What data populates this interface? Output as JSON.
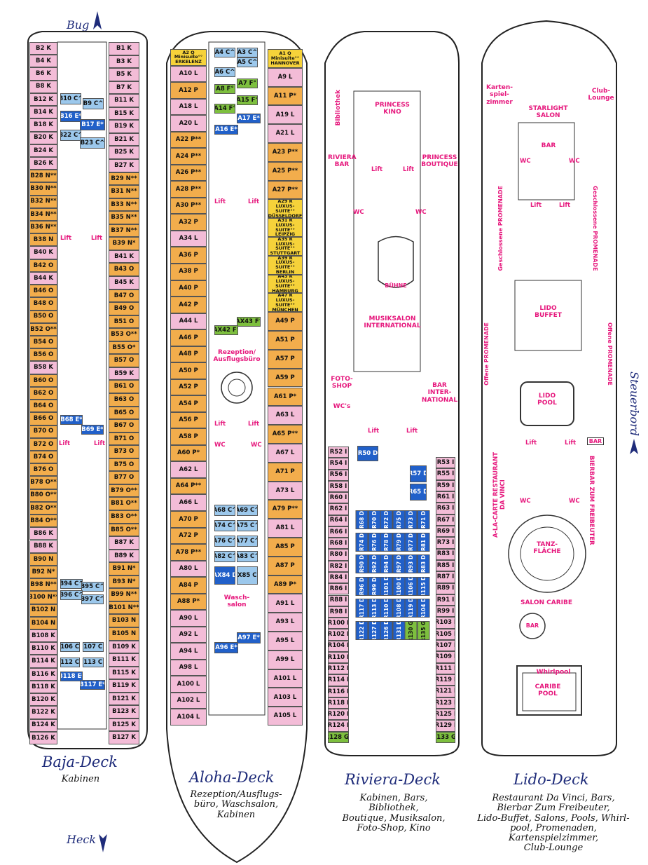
{
  "directions": {
    "bow": "Bug",
    "stern": "Heck",
    "starboard": "Steuerbord"
  },
  "decks": [
    {
      "name": "Baja-Deck",
      "subtitle": "Kabinen"
    },
    {
      "name": "Aloha-Deck",
      "subtitle": "Rezeption/Ausflugs-\nbüro, Waschsalon,\nKabinen"
    },
    {
      "name": "Riviera-Deck",
      "subtitle": "Kabinen, Bars,\nBibliothek,\nBoutique, Musiksalon,\nFoto-Shop, Kino"
    },
    {
      "name": "Lido-Deck",
      "subtitle": "Restaurant Da Vinci, Bars,\nBierbar Zum Freibeuter,\nLido-Buffet, Salons, Pools, Whirl-\npool, Promenaden,\nKartenspielzimmer,\nClub-Lounge"
    }
  ],
  "colors": {
    "pink": "#f3bcd7",
    "orange": "#f2ad4c",
    "yellow": "#f6d23a",
    "green": "#7dbf3e",
    "light_blue": "#9cc8ec",
    "dark_blue": "#2160c9",
    "label_magenta": "#e6187d",
    "title_navy": "#1f2c7a"
  },
  "lift": "Lift",
  "wc": "WC",
  "baja": {
    "left": [
      [
        "B2 K",
        "pink"
      ],
      [
        "B4 K",
        "pink"
      ],
      [
        "B6 K",
        "pink"
      ],
      [
        "B8 K",
        "pink"
      ],
      [
        "B12 K",
        "pink"
      ],
      [
        "B14 K",
        "pink"
      ],
      [
        "B18 K",
        "pink"
      ],
      [
        "B20 K",
        "pink"
      ],
      [
        "B24 K",
        "pink"
      ],
      [
        "B26 K",
        "pink"
      ],
      [
        "B28 N**",
        "orange"
      ],
      [
        "B30 N**",
        "orange"
      ],
      [
        "B32 N**",
        "orange"
      ],
      [
        "B34 N**",
        "orange"
      ],
      [
        "B36 N**",
        "orange"
      ],
      [
        "B38 N",
        "orange"
      ],
      [
        "B40 K",
        "pink"
      ],
      [
        "B42 O",
        "orange"
      ],
      [
        "B44 K",
        "pink"
      ],
      [
        "B46 O",
        "orange"
      ],
      [
        "B48 O",
        "orange"
      ],
      [
        "B50 O",
        "orange"
      ],
      [
        "B52 O**",
        "orange"
      ],
      [
        "B54 O",
        "orange"
      ],
      [
        "B56 O",
        "orange"
      ],
      [
        "B58 K",
        "pink"
      ],
      [
        "B60 O",
        "orange"
      ],
      [
        "B62 O",
        "orange"
      ],
      [
        "B64 O",
        "orange"
      ],
      [
        "B66 O",
        "orange"
      ],
      [
        "B70 O",
        "orange"
      ],
      [
        "B72 O",
        "orange"
      ],
      [
        "B74 O",
        "orange"
      ],
      [
        "B76 O",
        "orange"
      ],
      [
        "B78 O**",
        "orange"
      ],
      [
        "B80 O**",
        "orange"
      ],
      [
        "B82 O**",
        "orange"
      ],
      [
        "B84 O**",
        "orange"
      ],
      [
        "B86 K",
        "pink"
      ],
      [
        "B88 K",
        "pink"
      ],
      [
        "B90 N",
        "orange"
      ],
      [
        "B92 N*",
        "orange"
      ],
      [
        "B98 N**",
        "orange"
      ],
      [
        "B100 N**",
        "orange"
      ],
      [
        "B102 N",
        "orange"
      ],
      [
        "B104 N",
        "orange"
      ],
      [
        "B108 K",
        "pink"
      ],
      [
        "B110 K",
        "pink"
      ],
      [
        "B114 K",
        "pink"
      ],
      [
        "B116 K",
        "pink"
      ],
      [
        "B118 K",
        "pink"
      ],
      [
        "B120 K",
        "pink"
      ],
      [
        "B122 K",
        "pink"
      ],
      [
        "B124 K",
        "pink"
      ],
      [
        "B126 K",
        "pink"
      ]
    ],
    "right": [
      [
        "B1 K",
        "pink"
      ],
      [
        "B3 K",
        "pink"
      ],
      [
        "B5 K",
        "pink"
      ],
      [
        "B7 K",
        "pink"
      ],
      [
        "B11 K",
        "pink"
      ],
      [
        "B15 K",
        "pink"
      ],
      [
        "B19 K",
        "pink"
      ],
      [
        "B21 K",
        "pink"
      ],
      [
        "B25 K",
        "pink"
      ],
      [
        "B27 K",
        "pink"
      ],
      [
        "B29 N**",
        "orange"
      ],
      [
        "B31 N**",
        "orange"
      ],
      [
        "B33 N**",
        "orange"
      ],
      [
        "B35 N**",
        "orange"
      ],
      [
        "B37 N**",
        "orange"
      ],
      [
        "B39 N*",
        "orange"
      ],
      [
        "B41 K",
        "pink"
      ],
      [
        "B43 O",
        "orange"
      ],
      [
        "B45 K",
        "pink"
      ],
      [
        "B47 O",
        "orange"
      ],
      [
        "B49 O",
        "orange"
      ],
      [
        "B51 O",
        "orange"
      ],
      [
        "B53 O**",
        "orange"
      ],
      [
        "B55 O*",
        "orange"
      ],
      [
        "B57 O",
        "orange"
      ],
      [
        "B59 K",
        "pink"
      ],
      [
        "B61 O",
        "orange"
      ],
      [
        "B63 O",
        "orange"
      ],
      [
        "B65 O",
        "orange"
      ],
      [
        "B67 O",
        "orange"
      ],
      [
        "B71 O",
        "orange"
      ],
      [
        "B73 O",
        "orange"
      ],
      [
        "B75 O",
        "orange"
      ],
      [
        "B77 O",
        "orange"
      ],
      [
        "B79 O**",
        "orange"
      ],
      [
        "B81 O**",
        "orange"
      ],
      [
        "B83 O**",
        "orange"
      ],
      [
        "B85 O**",
        "orange"
      ],
      [
        "B87 K",
        "pink"
      ],
      [
        "B89 K",
        "pink"
      ],
      [
        "B91 N*",
        "orange"
      ],
      [
        "B93 N*",
        "orange"
      ],
      [
        "B99 N**",
        "orange"
      ],
      [
        "B101 N**",
        "orange"
      ],
      [
        "B103 N",
        "orange"
      ],
      [
        "B105 N",
        "orange"
      ],
      [
        "B109 K",
        "pink"
      ],
      [
        "B111 K",
        "pink"
      ],
      [
        "B115 K",
        "pink"
      ],
      [
        "B119 K",
        "pink"
      ],
      [
        "B121 K",
        "pink"
      ],
      [
        "B123 K",
        "pink"
      ],
      [
        "B125 K",
        "pink"
      ],
      [
        "B127 K",
        "pink"
      ]
    ],
    "inner": [
      [
        "B10 C^",
        "lblue"
      ],
      [
        "B9 C^",
        "lblue"
      ],
      [
        "B16 E*",
        "dblue"
      ],
      [
        "B17 E*",
        "dblue"
      ],
      [
        "B22 C^",
        "lblue"
      ],
      [
        "B23 C^",
        "lblue"
      ],
      [
        "B68 E*",
        "dblue"
      ],
      [
        "B69 E*",
        "dblue"
      ],
      [
        "B94 C^",
        "lblue"
      ],
      [
        "B95 C^",
        "lblue"
      ],
      [
        "B96 C^",
        "lblue"
      ],
      [
        "B97 C^",
        "lblue"
      ],
      [
        "B106 C^",
        "lblue"
      ],
      [
        "B107 C^",
        "lblue"
      ],
      [
        "B112 C^",
        "lblue"
      ],
      [
        "B113 C^",
        "lblue"
      ],
      [
        "B118 E*",
        "dblue"
      ],
      [
        "B117 E*",
        "dblue"
      ]
    ]
  },
  "aloha": {
    "left": [
      [
        "A2 Q Minisuite°° ERKELENZ",
        "yellow"
      ],
      [
        "A10 L",
        "pink"
      ],
      [
        "A12 P",
        "orange"
      ],
      [
        "A18 L",
        "pink"
      ],
      [
        "A20 L",
        "pink"
      ],
      [
        "A22 P**",
        "orange"
      ],
      [
        "A24 P**",
        "orange"
      ],
      [
        "A26 P**",
        "orange"
      ],
      [
        "A28 P**",
        "orange"
      ],
      [
        "A30 P**",
        "orange"
      ],
      [
        "A32 P",
        "orange"
      ],
      [
        "A34 L",
        "pink"
      ],
      [
        "A36 P",
        "orange"
      ],
      [
        "A38 P",
        "orange"
      ],
      [
        "A40 P",
        "orange"
      ],
      [
        "A42 P",
        "orange"
      ],
      [
        "A44 L",
        "pink"
      ],
      [
        "A46 P",
        "orange"
      ],
      [
        "A48 P",
        "orange"
      ],
      [
        "A50 P",
        "orange"
      ],
      [
        "A52 P",
        "orange"
      ],
      [
        "A54 P",
        "orange"
      ],
      [
        "A56 P",
        "orange"
      ],
      [
        "A58 P",
        "orange"
      ],
      [
        "A60 P*",
        "orange"
      ],
      [
        "A62 L",
        "pink"
      ],
      [
        "A64 P**",
        "orange"
      ],
      [
        "A66 L",
        "pink"
      ],
      [
        "A70 P",
        "orange"
      ],
      [
        "A72 P",
        "orange"
      ],
      [
        "A78 P**",
        "orange"
      ],
      [
        "A80 L",
        "pink"
      ],
      [
        "A84 P",
        "orange"
      ],
      [
        "A88 P*",
        "orange"
      ],
      [
        "A90 L",
        "pink"
      ],
      [
        "A92 L",
        "pink"
      ],
      [
        "A94 L",
        "pink"
      ],
      [
        "A98 L",
        "pink"
      ],
      [
        "A100 L",
        "pink"
      ],
      [
        "A102 L",
        "pink"
      ],
      [
        "A104 L",
        "pink"
      ]
    ],
    "right": [
      [
        "A1 Q Minisuite°° HANNOVER",
        "yellow"
      ],
      [
        "A9 L",
        "pink"
      ],
      [
        "A11 P*",
        "orange"
      ],
      [
        "A19 L",
        "pink"
      ],
      [
        "A21 L",
        "pink"
      ],
      [
        "A23 P**",
        "orange"
      ],
      [
        "A25 P**",
        "orange"
      ],
      [
        "A27 P**",
        "orange"
      ],
      [
        "A29 R LUXUS-SUITE°° DÜSSELDORF",
        "yellow"
      ],
      [
        "A31 R LUXUS-SUITE°° LEIPZIG",
        "yellow"
      ],
      [
        "A35 R LUXUS-SUITE°° STUTTGART",
        "yellow"
      ],
      [
        "A39 R LUXUS-SUITE°° BERLIN",
        "yellow"
      ],
      [
        "A43 R LUXUS-SUITE°° HAMBURG",
        "yellow"
      ],
      [
        "A47 R LUXUS-SUITE°° MÜNCHEN",
        "yellow"
      ],
      [
        "A49 P",
        "orange"
      ],
      [
        "A51 P",
        "orange"
      ],
      [
        "A57 P",
        "orange"
      ],
      [
        "A59 P",
        "orange"
      ],
      [
        "A61 P*",
        "orange"
      ],
      [
        "A63 L",
        "pink"
      ],
      [
        "A65 P**",
        "orange"
      ],
      [
        "A67 L",
        "pink"
      ],
      [
        "A71 P",
        "orange"
      ],
      [
        "A73 L",
        "pink"
      ],
      [
        "A79 P**",
        "orange"
      ],
      [
        "A81 L",
        "pink"
      ],
      [
        "A85 P",
        "orange"
      ],
      [
        "A87 P",
        "orange"
      ],
      [
        "A89 P*",
        "orange"
      ],
      [
        "A91 L",
        "pink"
      ],
      [
        "A93 L",
        "pink"
      ],
      [
        "A95 L",
        "pink"
      ],
      [
        "A99 L",
        "pink"
      ],
      [
        "A101 L",
        "pink"
      ],
      [
        "A103 L",
        "pink"
      ],
      [
        "A105 L",
        "pink"
      ]
    ],
    "inner": [
      [
        "A4 C^",
        "lblue"
      ],
      [
        "A3 C^",
        "lblue"
      ],
      [
        "A5 C^",
        "lblue"
      ],
      [
        "A6 C^",
        "lblue"
      ],
      [
        "A7 F°",
        "green"
      ],
      [
        "A8 F°",
        "green"
      ],
      [
        "A15 F°",
        "green"
      ],
      [
        "A14 F°",
        "green"
      ],
      [
        "A17 E*",
        "dblue"
      ],
      [
        "A16 E*",
        "dblue"
      ],
      [
        "AX43 F°",
        "green"
      ],
      [
        "AX42 F°",
        "green"
      ],
      [
        "A68 C^",
        "lblue"
      ],
      [
        "A69 C^",
        "lblue"
      ],
      [
        "A74 C^",
        "lblue"
      ],
      [
        "A75 C^",
        "lblue"
      ],
      [
        "A76 C^",
        "lblue"
      ],
      [
        "A77 C^",
        "lblue"
      ],
      [
        "A82 C^",
        "lblue"
      ],
      [
        "A83 C^",
        "lblue"
      ],
      [
        "AX84 D",
        "dblue"
      ],
      [
        "AX85 C^",
        "lblue"
      ],
      [
        "A97 E*",
        "dblue"
      ],
      [
        "A96 E*",
        "dblue"
      ]
    ],
    "rooms": {
      "reception": "Rezeption/\nAusflugsbüro",
      "laundry": "Wasch-\nsalon"
    }
  },
  "riviera": {
    "left": [
      [
        "R52 I",
        "pink"
      ],
      [
        "R54 I",
        "pink"
      ],
      [
        "R56 I",
        "pink"
      ],
      [
        "R58 I",
        "pink"
      ],
      [
        "R60 I",
        "pink"
      ],
      [
        "R62 I",
        "pink"
      ],
      [
        "R64 I",
        "pink"
      ],
      [
        "R66 I",
        "pink"
      ],
      [
        "R68 I",
        "pink"
      ],
      [
        "R80 I",
        "pink"
      ],
      [
        "R82 I",
        "pink"
      ],
      [
        "R84 I",
        "pink"
      ],
      [
        "R86 I",
        "pink"
      ],
      [
        "R88 I",
        "pink"
      ],
      [
        "R98 I",
        "pink"
      ],
      [
        "R100 I",
        "pink"
      ],
      [
        "R102 I",
        "pink"
      ],
      [
        "R104 I",
        "pink"
      ],
      [
        "R110 I",
        "pink"
      ],
      [
        "R112 I",
        "pink"
      ],
      [
        "R114 I",
        "pink"
      ],
      [
        "R116 I",
        "pink"
      ],
      [
        "R118 I",
        "pink"
      ],
      [
        "R120 I",
        "pink"
      ],
      [
        "R124 I",
        "pink"
      ],
      [
        "R128 G°",
        "green"
      ]
    ],
    "right": [
      [
        "R53 I",
        "pink"
      ],
      [
        "R55 I",
        "pink"
      ],
      [
        "R59 I",
        "pink"
      ],
      [
        "R61 I",
        "pink"
      ],
      [
        "R63 I",
        "pink"
      ],
      [
        "R67 I",
        "pink"
      ],
      [
        "R69 I",
        "pink"
      ],
      [
        "R73 I",
        "pink"
      ],
      [
        "R83 I",
        "pink"
      ],
      [
        "R85 I",
        "pink"
      ],
      [
        "R87 I",
        "pink"
      ],
      [
        "R89 I",
        "pink"
      ],
      [
        "R91 I",
        "pink"
      ],
      [
        "R99 I",
        "pink"
      ],
      [
        "R103 I",
        "pink"
      ],
      [
        "R105 I",
        "pink"
      ],
      [
        "R107 I",
        "pink"
      ],
      [
        "R109 I",
        "pink"
      ],
      [
        "R111 I",
        "pink"
      ],
      [
        "R119 I",
        "pink"
      ],
      [
        "R121 I",
        "pink"
      ],
      [
        "R123 I",
        "pink"
      ],
      [
        "R125 I",
        "pink"
      ],
      [
        "R129 I",
        "pink"
      ],
      [
        "R133 G°",
        "green"
      ]
    ],
    "inner_top": [
      [
        "R50 D",
        "dblue"
      ],
      [
        "R57 D",
        "dblue"
      ],
      [
        "R65 D",
        "dblue"
      ]
    ],
    "inner_grid": [
      "R68 D",
      "R70 D",
      "R72 D",
      "R75 D",
      "R73 D",
      "R71 D",
      "R74 D",
      "R76 D",
      "R78 D",
      "R79 D",
      "R77 D",
      "R81 D",
      "R90 D",
      "R92 D",
      "R94 D",
      "R97 D",
      "R93 D",
      "R83 D",
      "R96 D",
      "R99 D",
      "R101 D",
      "R100 D",
      "R106 D",
      "R115 D",
      "R117 D",
      "R113 D",
      "R110 D",
      "R108 D",
      "R119 D",
      "R104 D",
      "R122 D",
      "R127 D",
      "R126 D",
      "R131 D",
      "R130 G°",
      "R135 G°"
    ],
    "rooms": {
      "library": "Bibliothek",
      "cinema": "PRINCESS\nKINO",
      "bar": "RIVIERA\nBAR",
      "boutique": "PRINCESS\nBOUTIQUE",
      "stage": "BÜHNE",
      "music": "MUSIKSALON\nINTERNATIONAL",
      "photo": "FOTO-\nSHOP",
      "wcs": "WC's",
      "barint": "BAR\nINTER-\nNATIONAL"
    }
  },
  "lido": {
    "rooms": {
      "cards": "Karten-\nspiel-\nzimmer",
      "club": "Club-\nLounge",
      "starlight": "STARLIGHT\nSALON",
      "bar": "BAR",
      "promenade_closed": "Geschlossene PROMENADE",
      "promenade_open": "Offene PROMENADE",
      "buffet": "LIDO\nBUFFET",
      "lidopool": "LIDO\nPOOL",
      "davinci": "A-LA-CARTE RESTAURANT\nDA VINCI",
      "bierbar": "BIERBAR ZUM FREIBEUTER",
      "dance": "TANZ-\nFLÄCHE",
      "caribe": "SALON CARIBE",
      "whirlpool": "Whirlpool",
      "caribepool": "CARIBE\nPOOL"
    }
  }
}
